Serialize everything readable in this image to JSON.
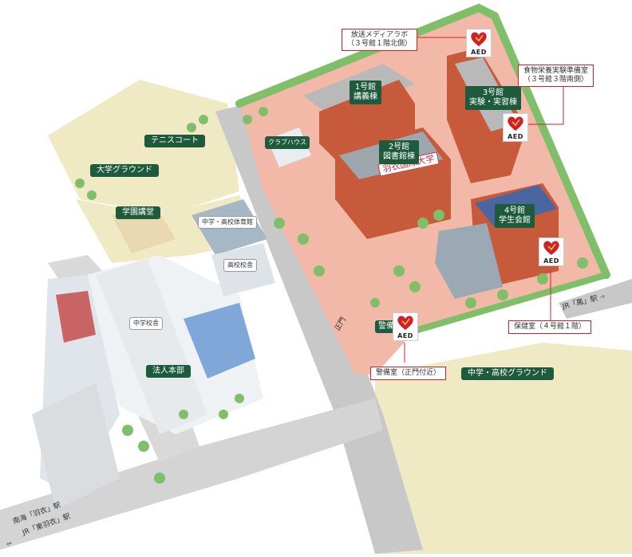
{
  "map": {
    "university_sign": "羽衣国際大学",
    "buildings": {
      "b1": {
        "line1": "1号館",
        "line2": "講義棟"
      },
      "b2": {
        "line1": "2号館",
        "line2": "図書館棟"
      },
      "b3": {
        "line1": "3号館",
        "line2": "実験・実習棟"
      },
      "b4": {
        "line1": "4号館",
        "line2": "学生会館"
      }
    },
    "facilities": {
      "club_house": "クラブハウス",
      "tennis": "テニスコート",
      "univ_ground": "大学グラウンド",
      "auditorium": "学園講堂",
      "gym": "中学・高校体育館",
      "hs_building": "高校校舎",
      "jhs_building": "中学校舎",
      "head_office": "法人本部",
      "guard": "警備室",
      "school_ground": "中学・高校グラウンド"
    },
    "gate": "正門",
    "stations": {
      "jr_otori": "JR「鳳」駅",
      "nankai": "南海「羽衣」駅",
      "jr_higashi": "JR「東羽衣」駅"
    },
    "aed": {
      "label": "AED",
      "notes": {
        "media_lab": {
          "line1": "放送メディアラボ",
          "line2": "（３号館１階北側）"
        },
        "food_lab": {
          "line1": "食物栄養実験準備室",
          "line2": "（３号館３階南側）"
        },
        "health_room": "保健室（４号館１階）",
        "guard_room": "警備室（正門付近）"
      }
    },
    "colors": {
      "campus_pink": "#f2b8a8",
      "building_brick": "#c65a3a",
      "roof_grey": "#b9b9b9",
      "sport_field": "#efe9c4",
      "road": "#c8c8c8",
      "label_green": "#1e5b3c",
      "aed_red": "#d0202c"
    }
  }
}
